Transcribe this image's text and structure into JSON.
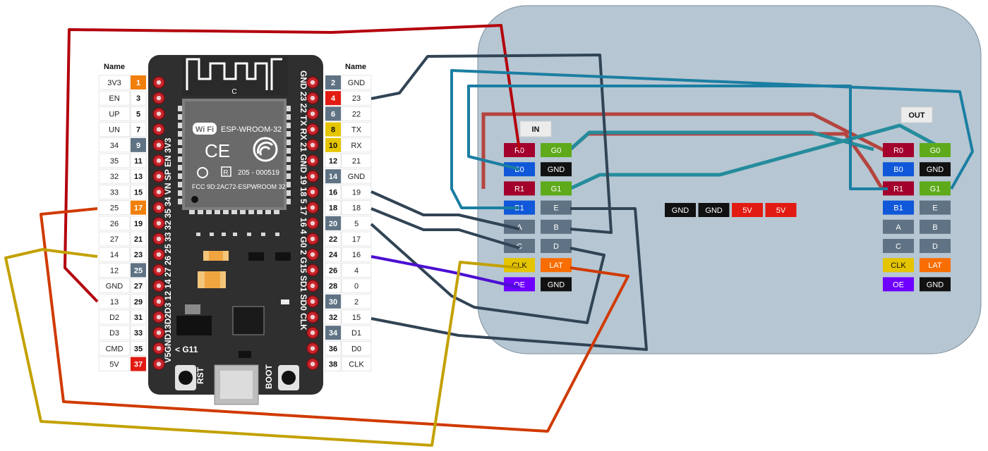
{
  "left_header": {
    "name": "Name"
  },
  "right_header": {
    "name": "Name"
  },
  "left_pins": [
    {
      "name": "3V3",
      "num": "1",
      "color": "#f07f0c"
    },
    {
      "name": "EN",
      "num": "3",
      "color": ""
    },
    {
      "name": "UP",
      "num": "5",
      "color": ""
    },
    {
      "name": "UN",
      "num": "7",
      "color": ""
    },
    {
      "name": "34",
      "num": "9",
      "color": "#5f7384"
    },
    {
      "name": "35",
      "num": "11",
      "color": ""
    },
    {
      "name": "32",
      "num": "13",
      "color": ""
    },
    {
      "name": "33",
      "num": "15",
      "color": ""
    },
    {
      "name": "25",
      "num": "17",
      "color": "#f07f0c"
    },
    {
      "name": "26",
      "num": "19",
      "color": ""
    },
    {
      "name": "27",
      "num": "21",
      "color": ""
    },
    {
      "name": "14",
      "num": "23",
      "color": ""
    },
    {
      "name": "12",
      "num": "25",
      "color": "#5f7384"
    },
    {
      "name": "GND",
      "num": "27",
      "color": ""
    },
    {
      "name": "13",
      "num": "29",
      "color": ""
    },
    {
      "name": "D2",
      "num": "31",
      "color": ""
    },
    {
      "name": "D3",
      "num": "33",
      "color": ""
    },
    {
      "name": "CMD",
      "num": "35",
      "color": ""
    },
    {
      "name": "5V",
      "num": "37",
      "color": "#e21b12"
    }
  ],
  "right_pins": [
    {
      "num": "2",
      "name": "GND",
      "color": "#5f7384"
    },
    {
      "num": "4",
      "name": "23",
      "color": "#e21b12"
    },
    {
      "num": "6",
      "name": "22",
      "color": "#5f7384"
    },
    {
      "num": "8",
      "name": "TX",
      "color": "#e5c500"
    },
    {
      "num": "10",
      "name": "RX",
      "color": "#e5c500"
    },
    {
      "num": "12",
      "name": "21",
      "color": ""
    },
    {
      "num": "14",
      "name": "GND",
      "color": "#5f7384"
    },
    {
      "num": "16",
      "name": "19",
      "color": ""
    },
    {
      "num": "18",
      "name": "18",
      "color": ""
    },
    {
      "num": "20",
      "name": "5",
      "color": "#5f7384"
    },
    {
      "num": "22",
      "name": "17",
      "color": ""
    },
    {
      "num": "24",
      "name": "16",
      "color": ""
    },
    {
      "num": "26",
      "name": "4",
      "color": ""
    },
    {
      "num": "28",
      "name": "0",
      "color": ""
    },
    {
      "num": "30",
      "name": "2",
      "color": "#5f7384"
    },
    {
      "num": "32",
      "name": "15",
      "color": ""
    },
    {
      "num": "34",
      "name": "D1",
      "color": "#5f7384"
    },
    {
      "num": "36",
      "name": "D0",
      "color": ""
    },
    {
      "num": "38",
      "name": "CLK",
      "color": ""
    }
  ],
  "board": {
    "module_name": "ESP-WROOM-32",
    "wifi_label": "Wi Fi",
    "ce_mark": "CE",
    "r_mark": "R",
    "cert_number": "205 - 000519",
    "fcc_id": "FCC 9D:2AC72-ESPWROOM 32",
    "antenna_mark": "C",
    "left_silk": "V5GND13D2D3 12 14 27 26 25 33 32 35 34 VN SP EN 3V3",
    "right_silk": "GND 23 22 TX RX 21 GND 19 18 5 17 16 4 G0 2 G15 SD1 SD0 CLK",
    "g11_label": "< G11",
    "rst_label": "RST",
    "boot_label": "BOOT"
  },
  "in_panel": {
    "title": "IN",
    "pins": [
      {
        "label": "R0",
        "color": "#a3002d"
      },
      {
        "label": "G0",
        "color": "#5eaa1b"
      },
      {
        "label": "B0",
        "color": "#1058d9"
      },
      {
        "label": "GND",
        "color": "#111111"
      },
      {
        "label": "R1",
        "color": "#a3002d"
      },
      {
        "label": "G1",
        "color": "#5eaa1b"
      },
      {
        "label": "B1",
        "color": "#1058d9"
      },
      {
        "label": "E",
        "color": "#5f7384"
      },
      {
        "label": "A",
        "color": "#5f7384"
      },
      {
        "label": "B",
        "color": "#5f7384"
      },
      {
        "label": "C",
        "color": "#5f7384"
      },
      {
        "label": "D",
        "color": "#5f7384"
      },
      {
        "label": "CLK",
        "color": "#e5c500"
      },
      {
        "label": "LAT",
        "color": "#f86d00"
      },
      {
        "label": "OE",
        "color": "#6f00ff"
      },
      {
        "label": "GND",
        "color": "#111111"
      }
    ]
  },
  "out_panel": {
    "title": "OUT",
    "pins": [
      {
        "label": "R0",
        "color": "#a3002d"
      },
      {
        "label": "G0",
        "color": "#5eaa1b"
      },
      {
        "label": "B0",
        "color": "#1058d9"
      },
      {
        "label": "GND",
        "color": "#111111"
      },
      {
        "label": "R1",
        "color": "#a3002d"
      },
      {
        "label": "G1",
        "color": "#5eaa1b"
      },
      {
        "label": "B1",
        "color": "#1058d9"
      },
      {
        "label": "E",
        "color": "#5f7384"
      },
      {
        "label": "A",
        "color": "#5f7384"
      },
      {
        "label": "B",
        "color": "#5f7384"
      },
      {
        "label": "C",
        "color": "#5f7384"
      },
      {
        "label": "D",
        "color": "#5f7384"
      },
      {
        "label": "CLK",
        "color": "#e5c500"
      },
      {
        "label": "LAT",
        "color": "#f86d00"
      },
      {
        "label": "OE",
        "color": "#6f00ff"
      },
      {
        "label": "GND",
        "color": "#111111"
      }
    ]
  },
  "power_pins": [
    {
      "label": "GND",
      "color": "#111111"
    },
    {
      "label": "GND",
      "color": "#111111"
    },
    {
      "label": "5V",
      "color": "#e21b12"
    },
    {
      "label": "5V",
      "color": "#e21b12"
    }
  ],
  "colors": {
    "panel_bg": "#b6c6d2",
    "board_bg": "#2f2f2f",
    "wire_red": "#b3000c",
    "wire_dark": "#314455",
    "wire_teal": "#1b7ea2",
    "wire_purple": "#4b0fd1",
    "wire_orange": "#d03a00",
    "wire_yellow": "#c3a100",
    "dim_red": "#b4443f",
    "dim_teal": "#248c9c"
  }
}
